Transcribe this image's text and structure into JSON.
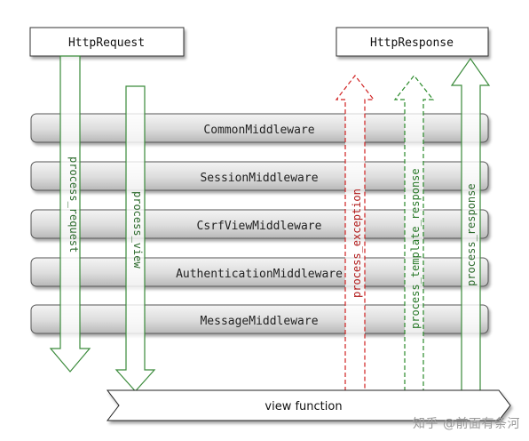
{
  "nodes": {
    "request": "HttpRequest",
    "response": "HttpResponse",
    "view": "view function"
  },
  "middleware": [
    "CommonMiddleware",
    "SessionMiddleware",
    "CsrfViewMiddleware",
    "AuthenticationMiddleware",
    "MessageMiddleware"
  ],
  "flows": {
    "process_request": "process_request",
    "process_view": "process_view",
    "process_exception": "process_exception",
    "process_template_response": "process_template_response",
    "process_response": "process_response"
  },
  "watermark": "知乎 @前面有条河",
  "colors": {
    "solid_arrow": "#3a8a3a",
    "dashed_exception": "#d02020",
    "dashed_template": "#2a8a2a",
    "box_border": "#333333"
  }
}
